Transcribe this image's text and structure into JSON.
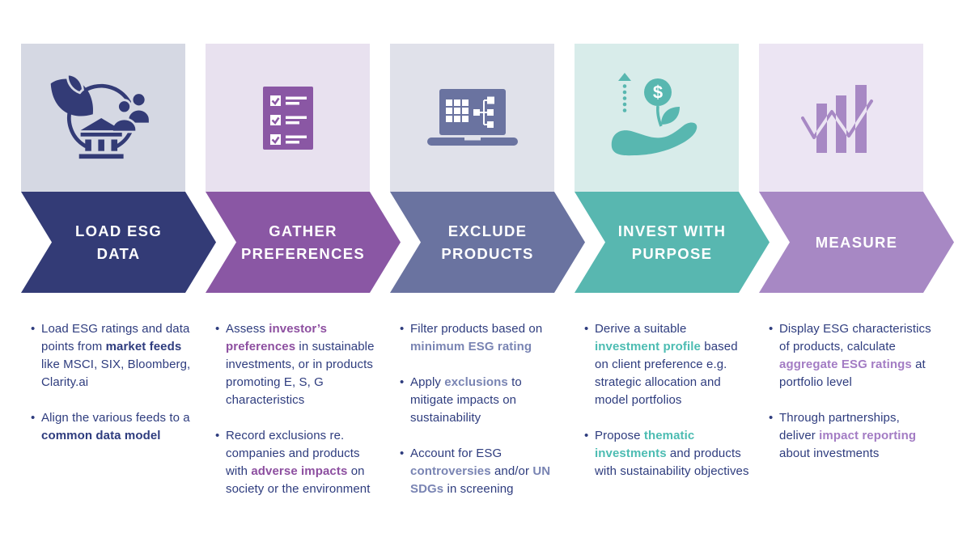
{
  "page": {
    "background": "#ffffff",
    "body_text_color": "#2e3c7e",
    "title_text_color": "#ffffff"
  },
  "steps": [
    {
      "id": "load-esg-data",
      "title_lines": [
        "LOAD ESG",
        "DATA"
      ],
      "icon": "esg-data-sources-icon",
      "colors": {
        "arrow": "#333b76",
        "panel": "#d5d8e3",
        "highlight": "#2e3c7e"
      },
      "bullets": [
        {
          "segments": [
            {
              "text": "Load ESG ratings and data points from "
            },
            {
              "text": "market feeds",
              "bold": true
            },
            {
              "text": " like MSCI, SIX, Bloomberg, Clarity.ai"
            }
          ]
        },
        {
          "segments": [
            {
              "text": "Align the various feeds to a "
            },
            {
              "text": "common data model",
              "bold": true
            }
          ]
        }
      ]
    },
    {
      "id": "gather-preferences",
      "title_lines": [
        "GATHER",
        "PREFERENCES"
      ],
      "icon": "preferences-checklist-icon",
      "colors": {
        "arrow": "#8a57a4",
        "panel": "#e8e1ef",
        "highlight": "#8d4fa0"
      },
      "bullets": [
        {
          "segments": [
            {
              "text": "Assess "
            },
            {
              "text": "investor’s preferences",
              "bold": true
            },
            {
              "text": " in sustainable investments, or in products promoting E, S, G characteristics"
            }
          ]
        },
        {
          "segments": [
            {
              "text": "Record exclusions re. companies and products with "
            },
            {
              "text": "adverse impacts",
              "bold": true
            },
            {
              "text": " on society or the environment"
            }
          ]
        }
      ]
    },
    {
      "id": "exclude-products",
      "title_lines": [
        "EXCLUDE",
        "PRODUCTS"
      ],
      "icon": "product-screening-icon",
      "colors": {
        "arrow": "#6a73a0",
        "panel": "#e0e1ea",
        "highlight": "#7984b3"
      },
      "bullets": [
        {
          "segments": [
            {
              "text": "Filter products based on "
            },
            {
              "text": "minimum ESG rating",
              "bold": true
            }
          ]
        },
        {
          "segments": [
            {
              "text": "Apply "
            },
            {
              "text": "exclusions",
              "bold": true
            },
            {
              "text": " to mitigate impacts on sustainability"
            }
          ]
        },
        {
          "segments": [
            {
              "text": "Account for ESG "
            },
            {
              "text": "controversies",
              "bold": true
            },
            {
              "text": " and/or "
            },
            {
              "text": "UN SDGs",
              "bold": true
            },
            {
              "text": " in screening"
            }
          ]
        }
      ]
    },
    {
      "id": "invest-with-purpose",
      "title_lines": [
        "INVEST WITH",
        "PURPOSE"
      ],
      "icon": "purpose-investing-icon",
      "colors": {
        "arrow": "#58b7b0",
        "panel": "#d8ecea",
        "highlight": "#4cbcb2"
      },
      "bullets": [
        {
          "segments": [
            {
              "text": "Derive a suitable "
            },
            {
              "text": "investment profile",
              "bold": true
            },
            {
              "text": " based on client preference e.g. strategic allocation and model portfolios"
            }
          ]
        },
        {
          "segments": [
            {
              "text": "Propose "
            },
            {
              "text": "thematic investments",
              "bold": true
            },
            {
              "text": " and products with sustainability objectives"
            }
          ]
        }
      ]
    },
    {
      "id": "measure",
      "title_lines": [
        "MEASURE"
      ],
      "icon": "impact-measurement-icon",
      "colors": {
        "arrow": "#a788c4",
        "panel": "#ece5f3",
        "highlight": "#a37cc4"
      },
      "bullets": [
        {
          "segments": [
            {
              "text": "Display ESG characteristics of products, calculate "
            },
            {
              "text": "aggregate ESG ratings",
              "bold": true
            },
            {
              "text": " at portfolio level"
            }
          ]
        },
        {
          "segments": [
            {
              "text": "Through partnerships, deliver "
            },
            {
              "text": "impact reporting",
              "bold": true
            },
            {
              "text": " about investments"
            }
          ]
        }
      ]
    }
  ]
}
